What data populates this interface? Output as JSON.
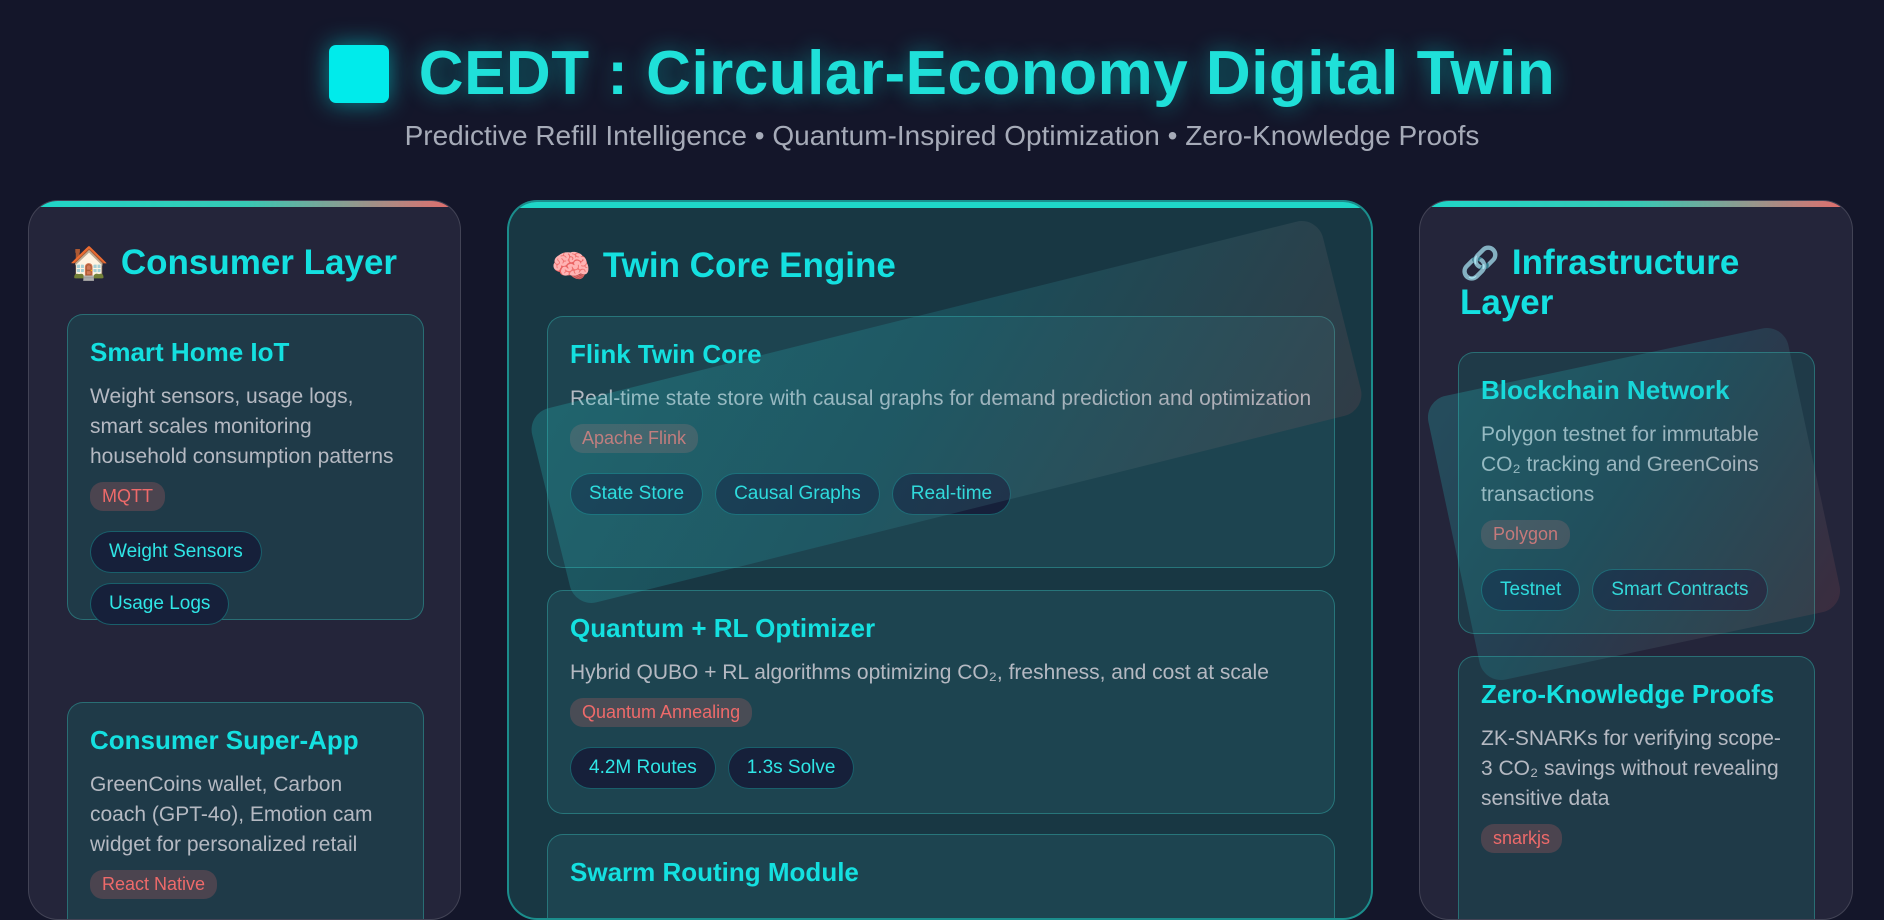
{
  "header": {
    "title": "CEDT : Circular-Economy Digital Twin",
    "subtitle": "Predictive Refill Intelligence • Quantum-Inspired Optimization • Zero-Knowledge Proofs"
  },
  "columns": {
    "consumer": {
      "emoji": "🏠",
      "title": "Consumer Layer",
      "cards": [
        {
          "title": "Smart Home IoT",
          "desc": "Weight sensors, usage logs, smart scales monitoring household consumption patterns",
          "tech": "MQTT",
          "tags": [
            "Weight Sensors",
            "Usage Logs"
          ]
        },
        {
          "title": "Consumer Super-App",
          "desc": "GreenCoins wallet, Carbon coach (GPT-4o), Emotion cam widget for personalized retail",
          "tech": "React Native"
        }
      ]
    },
    "core": {
      "emoji": "🧠",
      "title": "Twin Core Engine",
      "cards": [
        {
          "title": "Flink Twin Core",
          "desc": "Real-time state store with causal graphs for demand prediction and optimization",
          "tech": "Apache Flink",
          "tags": [
            "State Store",
            "Causal Graphs",
            "Real-time"
          ]
        },
        {
          "title": "Quantum + RL Optimizer",
          "desc": "Hybrid QUBO + RL algorithms optimizing CO₂, freshness, and cost at scale",
          "tech": "Quantum Annealing",
          "tags": [
            "4.2M Routes",
            "1.3s Solve"
          ]
        },
        {
          "title": "Swarm Routing Module"
        }
      ]
    },
    "infra": {
      "emoji": "🔗",
      "title": "Infrastructure Layer",
      "cards": [
        {
          "title": "Blockchain Network",
          "desc": "Polygon testnet for immutable CO₂ tracking and GreenCoins transactions",
          "tech": "Polygon",
          "tags": [
            "Testnet",
            "Smart Contracts"
          ]
        },
        {
          "title": "Zero-Knowledge Proofs",
          "desc": "ZK-SNARKs for verifying scope-3 CO₂ savings without revealing sensitive data",
          "tech": "snarkjs"
        }
      ]
    }
  },
  "colors": {
    "background": "#14162a",
    "accent": "#14e0e0",
    "tech_badge": "#ee6a6a"
  }
}
